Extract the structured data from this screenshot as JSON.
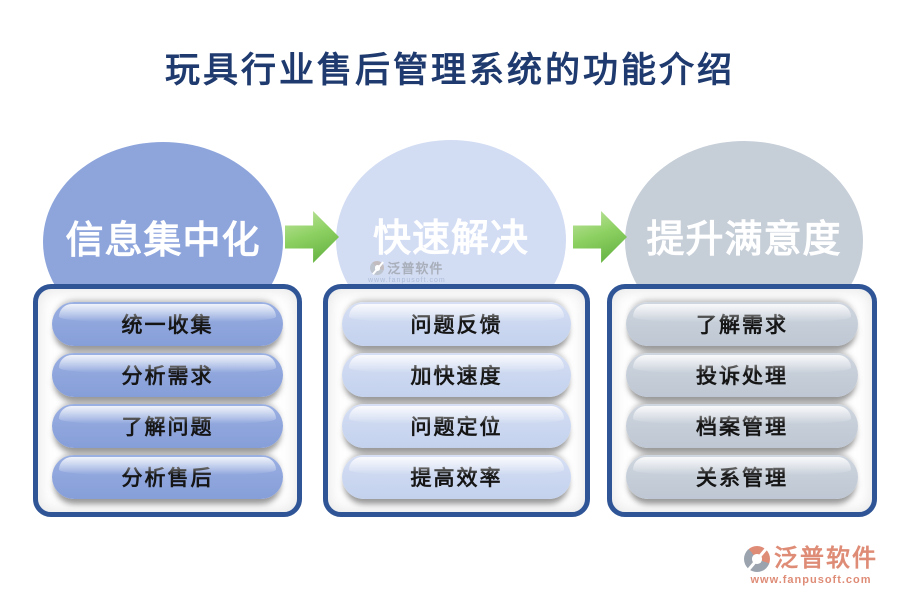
{
  "title": "玩具行业售后管理系统的功能介绍",
  "columns": [
    {
      "header": "信息集中化",
      "items": [
        "统一收集",
        "分析需求",
        "了解问题",
        "分析售后"
      ],
      "accent_color": "#8EA5DC"
    },
    {
      "header": "快速解决",
      "items": [
        "问题反馈",
        "加快速度",
        "问题定位",
        "提高效率"
      ],
      "accent_color": "#CBD7F0"
    },
    {
      "header": "提升满意度",
      "items": [
        "了解需求",
        "投诉处理",
        "档案管理",
        "关系管理"
      ],
      "accent_color": "#C5CDD8"
    }
  ],
  "arrows": {
    "count": 2,
    "direction": "right",
    "color_start": "#C3E5A4",
    "color_end": "#5CAC3B"
  },
  "watermark": {
    "logo_icon": "fanpu-logo-icon",
    "text": "泛普软件",
    "url": "www.fanpusoft.com"
  },
  "footer": {
    "logo_icon": "fanpu-logo-icon",
    "brand": "泛普软件",
    "url": "www.fanpusoft.com"
  },
  "colors": {
    "title_text": "#1F3A6E",
    "panel_border": "#2F5597",
    "circle_label_text": "#FFFFFF",
    "pill_text": "#151515",
    "brand_salmon": "#DF8C77",
    "watermark_gray": "#A9AFBA",
    "background": "#FFFFFF"
  }
}
